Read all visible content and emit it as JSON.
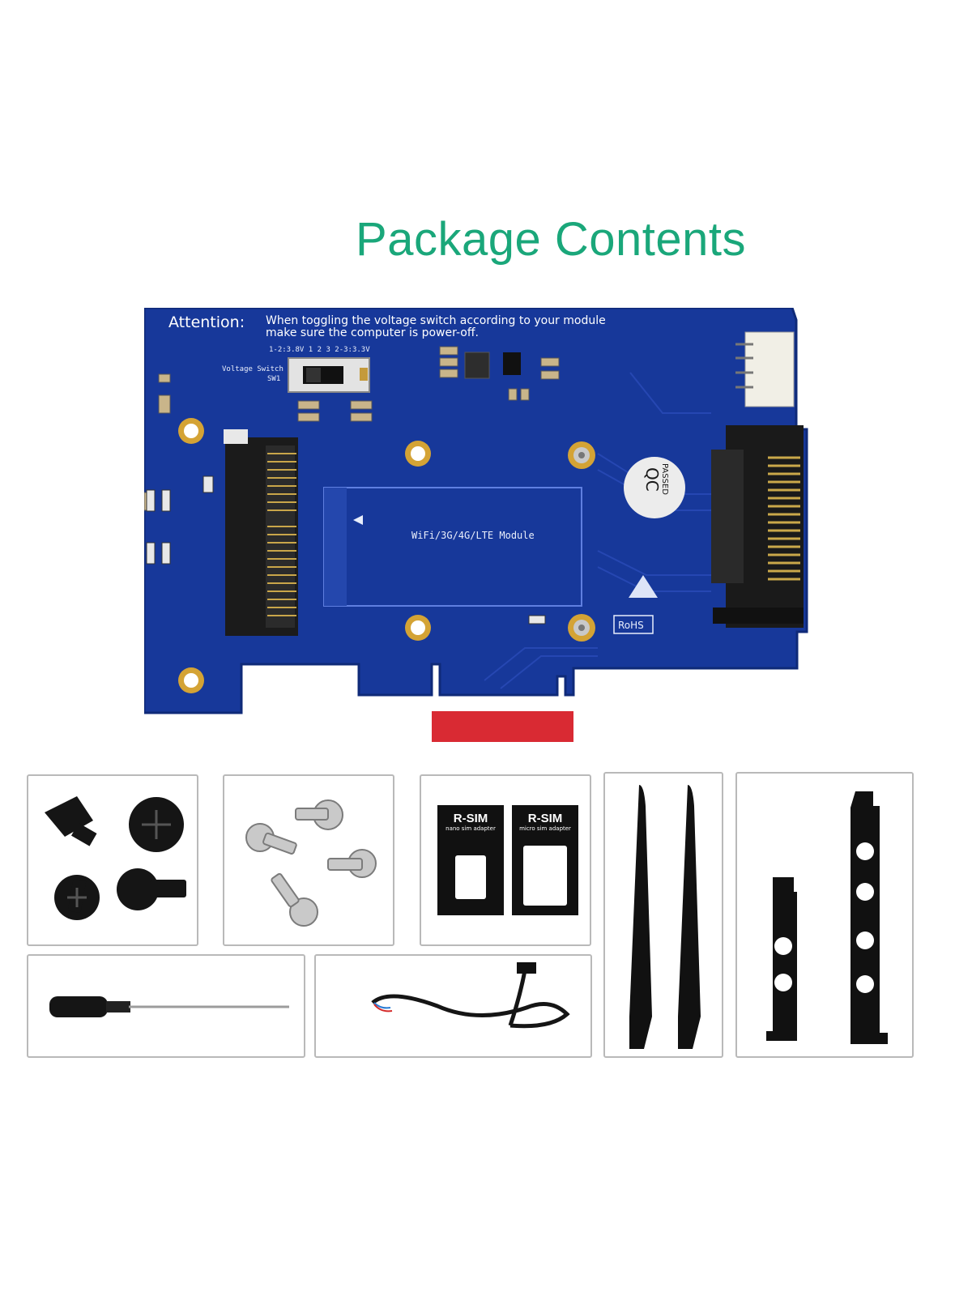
{
  "title": "Package Contents",
  "board": {
    "attention_label": "Attention:",
    "attention_line1": "When toggling the voltage switch according to your module",
    "attention_line2": "make sure the computer is power-off.",
    "switch_scale": "1-2:3.8V  1   2   3  2-3:3.3V",
    "switch_label": "Voltage Switch",
    "switch_ref": "SW1",
    "module_label": "WiFi/3G/4G/LTE Module",
    "qc_line1": "QC",
    "qc_line2": "PASSED",
    "rohs_label": "RoHS",
    "colors": {
      "pcb": "#17389a",
      "pcb_edge": "#112c7e",
      "pads": "#d4a335",
      "text_green": "#1aa77a",
      "pcie_cap": "#d92a33"
    }
  },
  "accessories": {
    "sim_adapter_1_brand": "R-SIM",
    "sim_adapter_1_type": "nano sim adapter",
    "sim_adapter_2_brand": "R-SIM",
    "sim_adapter_2_type": "micro sim adapter"
  }
}
